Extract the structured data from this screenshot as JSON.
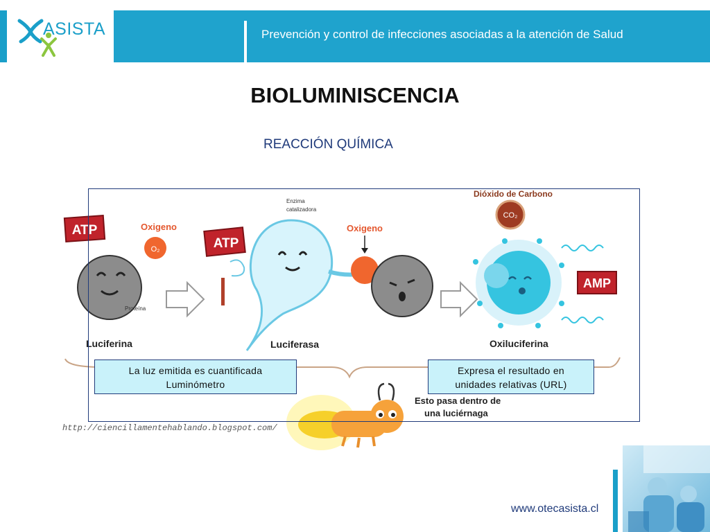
{
  "header": {
    "logo_text": "ASISTA",
    "title": "Prevención y control de infecciones asociadas a la atención de Salud"
  },
  "main_title": "BIOLUMINISCENCIA",
  "subtitle": "REACCIÓN QUÍMICA",
  "diagram": {
    "atp_label": "ATP",
    "oxigeno_label": "Oxigeno",
    "o2_label": "O₂",
    "proteina_label": "Proteína",
    "luciferina_label": "Luciferina",
    "atp2_label": "ATP",
    "enzima_line1": "Enzima",
    "enzima_line2": "catalizadora",
    "oxigeno2_label": "Oxigeno",
    "luciferasa_label": "Luciferasa",
    "dioxido_label": "Dióxido de Carbono",
    "co2_label": "CO₂",
    "amp_label": "AMP",
    "oxiluciferina_label": "Oxiluciferina",
    "luz_line1": "La luz emitida es cuantificada",
    "luz_line2": "Luminómetro",
    "expresa_line1": "Expresa el resultado en",
    "expresa_line2": "unidades relativas (URL)",
    "luciernaga_line1": "Esto pasa dentro de",
    "luciernaga_line2": "una luciérnaga",
    "source_url": "http://ciencillamentehablando.blogspot.com/"
  },
  "footer": {
    "website": "www.otecasista.cl"
  },
  "colors": {
    "brand_blue": "#1fa3cd",
    "navy": "#1f3a7a",
    "box_fill": "#c9f2fa",
    "atp_red": "#c0232b",
    "oxygen_orange": "#f0662e",
    "glow_cyan": "#35c4e0"
  }
}
